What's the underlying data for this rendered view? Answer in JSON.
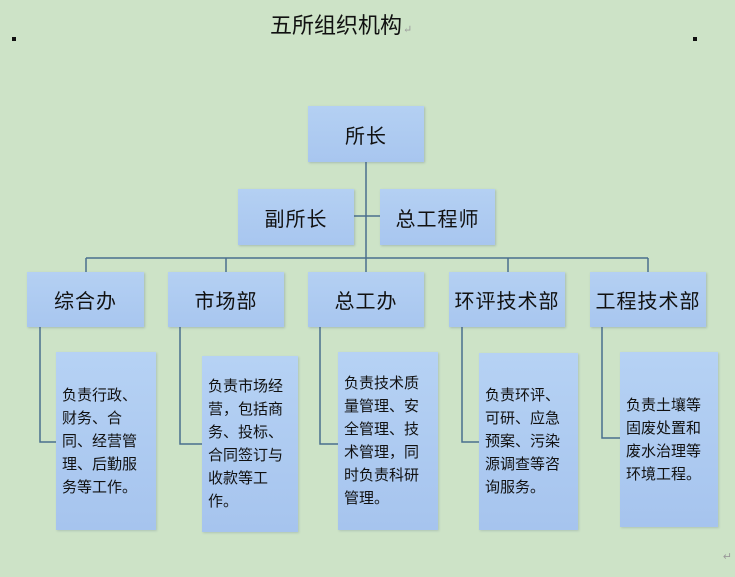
{
  "title": "五所组织机构",
  "title_mark": "↵",
  "foot_mark": "↵",
  "head": "所长",
  "deputies": [
    "副所长",
    "总工程师"
  ],
  "departments": [
    {
      "name": "综合办",
      "duty": "负责行政、财务、合同、经营管理、后勤服务等工作。"
    },
    {
      "name": "市场部",
      "duty": "负责市场经营，包括商务、投标、合同签订与收款等工作。"
    },
    {
      "name": "总工办",
      "duty": "负责技术质量管理、安全管理、技术管理，同时负责科研管理。"
    },
    {
      "name": "环评技术部",
      "duty": "负责环评、可研、应急预案、污染源调查等咨询服务。"
    },
    {
      "name": "工程技术部",
      "duty": "负责土壤等固废处置和废水治理等环境工程。"
    }
  ]
}
